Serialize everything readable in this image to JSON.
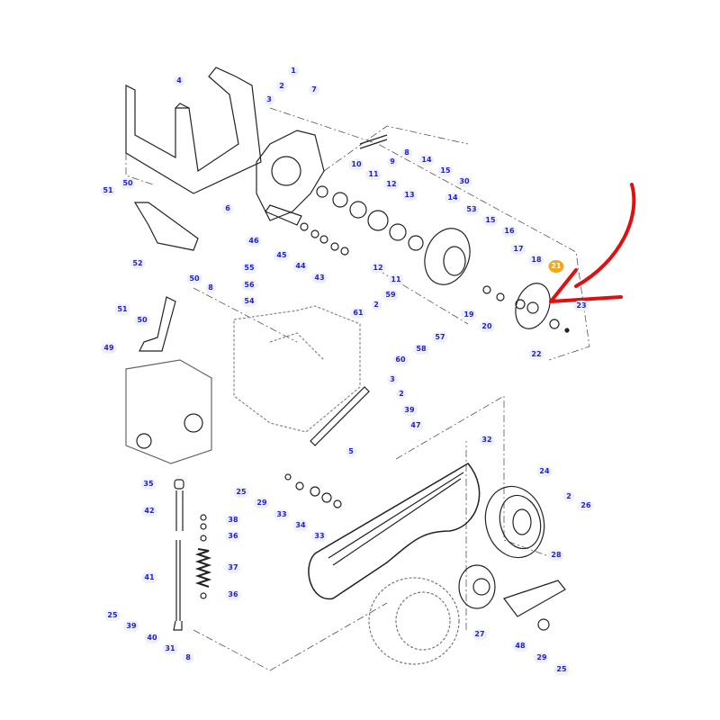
{
  "diagram": {
    "type": "exploded parts diagram",
    "highlight_color": "#f0a91e",
    "callout_color": "#2222cc",
    "arrow_color": "#e01010",
    "highlighted_part": "21"
  },
  "callouts": [
    "1",
    "2",
    "3",
    "4",
    "7",
    "8",
    "9",
    "14",
    "15",
    "30",
    "10",
    "11",
    "12",
    "13",
    "14",
    "53",
    "15",
    "16",
    "17",
    "18",
    "21",
    "23",
    "22",
    "20",
    "19",
    "11",
    "12",
    "6",
    "46",
    "45",
    "44",
    "43",
    "51",
    "50",
    "52",
    "55",
    "56",
    "54",
    "50",
    "8",
    "51",
    "50",
    "49",
    "61",
    "2",
    "59",
    "60",
    "58",
    "57",
    "3",
    "2",
    "39",
    "47",
    "5",
    "32",
    "24",
    "2",
    "26",
    "28",
    "27",
    "48",
    "29",
    "25",
    "25",
    "29",
    "33",
    "34",
    "33",
    "35",
    "42",
    "38",
    "36",
    "37",
    "36",
    "41",
    "25",
    "39",
    "40",
    "31",
    "8"
  ]
}
